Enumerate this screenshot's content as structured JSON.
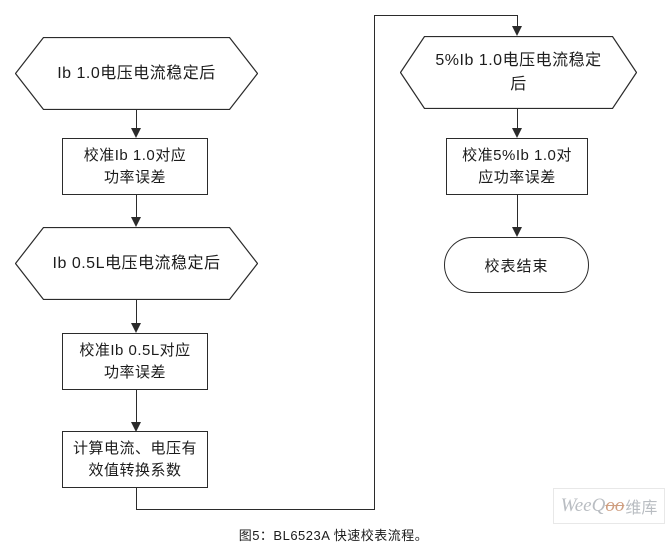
{
  "figure": {
    "caption": "图5：BL6523A 快速校表流程。"
  },
  "watermark": {
    "brand": "WeeQ",
    "brand_accent": "oo",
    "brand_cjk": "维库"
  },
  "flowchart": {
    "nodes": [
      {
        "id": "hex-ib10-stable",
        "type": "hexagon",
        "label": "Ib 1.0电压电流稳定后"
      },
      {
        "id": "rect-cal-ib10",
        "type": "process",
        "label": "校准Ib 1.0对应\n功率误差"
      },
      {
        "id": "hex-ib05l-stable",
        "type": "hexagon",
        "label": "Ib 0.5L电压电流稳定后"
      },
      {
        "id": "rect-cal-ib05l",
        "type": "process",
        "label": "校准Ib 0.5L对应\n功率误差"
      },
      {
        "id": "rect-calc-rms",
        "type": "process",
        "label": "计算电流、电压有\n效值转换系数"
      },
      {
        "id": "hex-5ib10-stable",
        "type": "hexagon",
        "label": "5%Ib 1.0电压电流稳定\n后"
      },
      {
        "id": "rect-cal-5ib10",
        "type": "process",
        "label": "校准5%Ib 1.0对\n应功率误差"
      },
      {
        "id": "term-end",
        "type": "terminator",
        "label": "校表结束"
      }
    ]
  },
  "colors": {
    "stroke": "#2b2b2b",
    "text": "#1c1c1c",
    "background": "#ffffff",
    "watermark_gray": "#b9bdc2",
    "watermark_accent": "#cf9e80",
    "watermark_border": "#e8e8e8"
  }
}
